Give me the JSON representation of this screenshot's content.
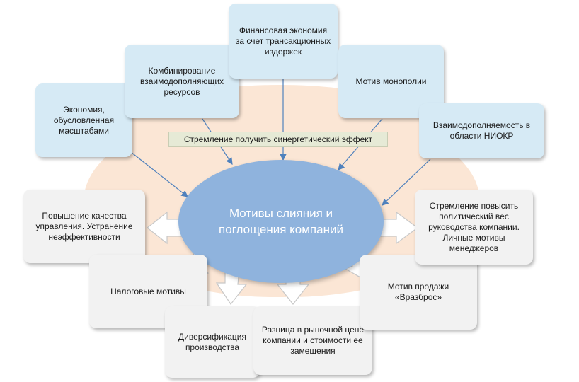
{
  "diagram": {
    "center": "Мотивы слияния и поглощения компаний",
    "banner": "Стремление получить синергетический эффект",
    "synergy_boxes": {
      "economy_scale": "Экономия, обусловленная масштабами",
      "combining_resources": "Комбинирование взаимодополняющих ресурсов",
      "financial_economy": "Финансовая экономия за счет трансакционных издержек",
      "monopoly": "Мотив монополии",
      "rnd": "Взаимодополняемость в области НИОКР"
    },
    "other_boxes": {
      "management": "Повышение качества управления. Устранение неэффективности",
      "tax": "Налоговые мотивы",
      "diversification": "Диверсификация производства",
      "market_price": "Разница в рыночной цене компании и стоимости ее замещения",
      "sale_piecemeal": "Мотив продажи «Вразброс»",
      "political": "Стремление повысить политический вес руководства компании. Личные мотивы менеджеров"
    },
    "colors": {
      "center_fill": "#8fb3dd",
      "synergy_fill": "#d6eaf5",
      "other_fill": "#f2f2f2",
      "background_blob": "#fbe6d5",
      "arrow_line": "#4f81bd"
    }
  }
}
